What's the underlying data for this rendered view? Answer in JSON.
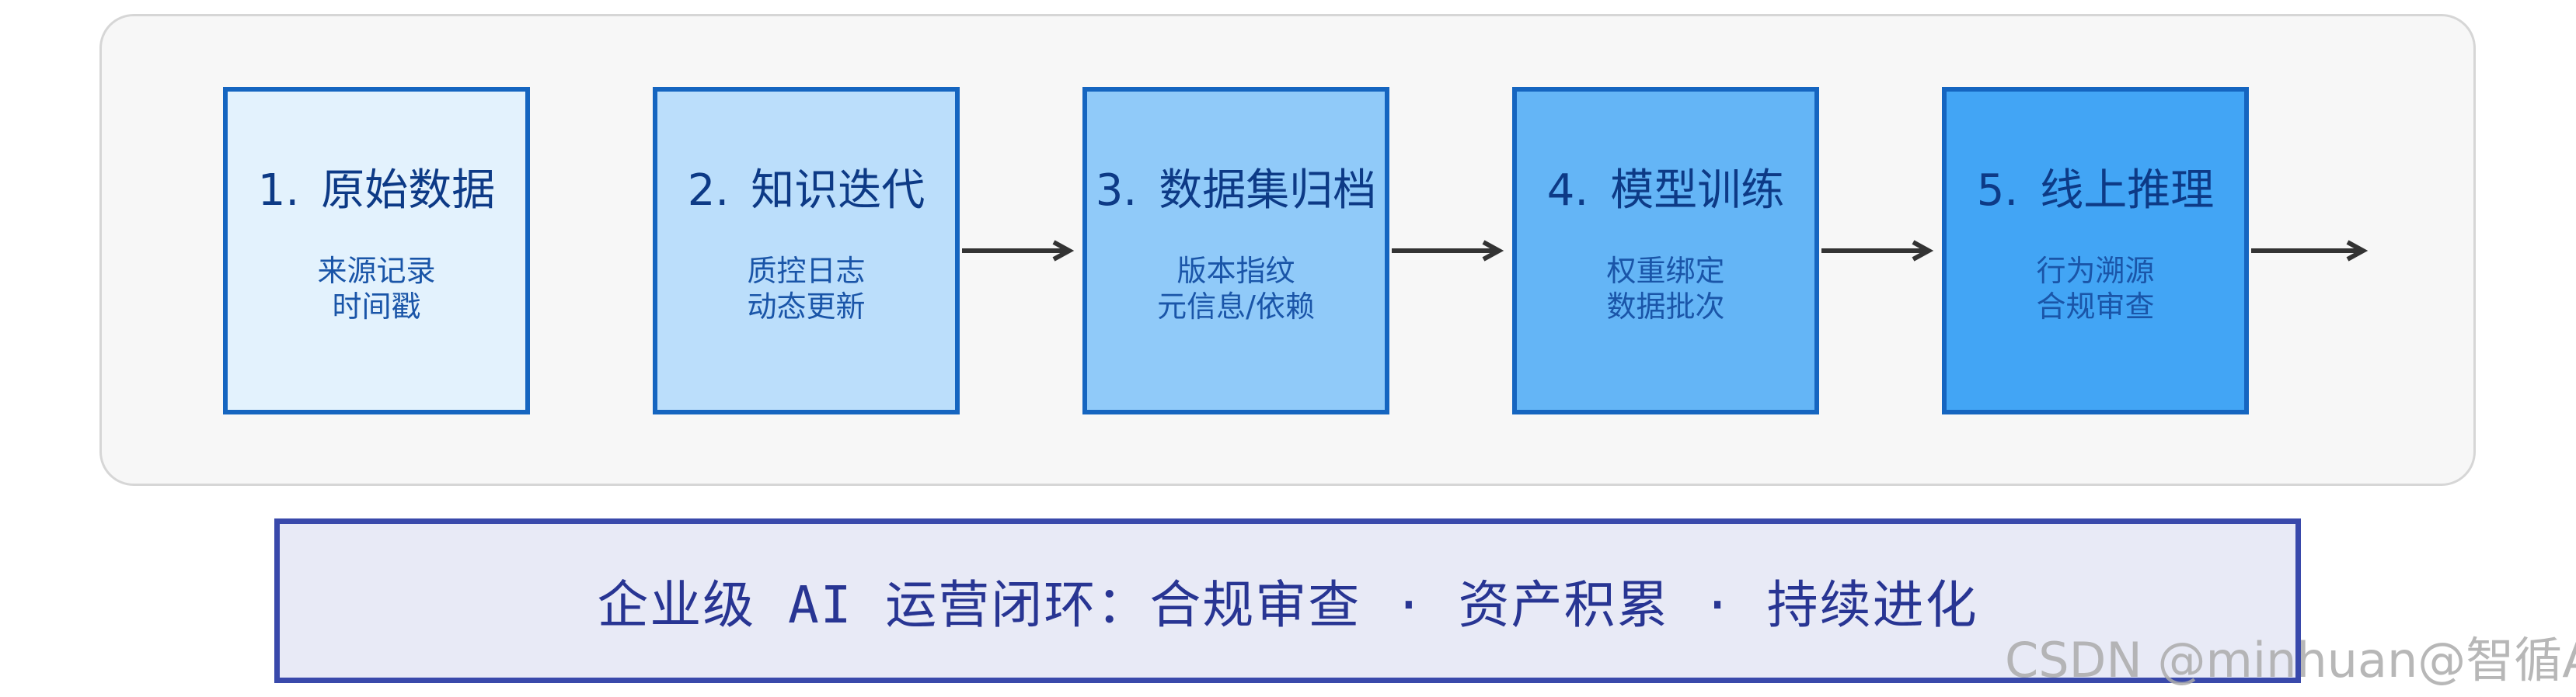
{
  "steps": [
    {
      "num": "1.",
      "title": "原始数据",
      "line1": "来源记录",
      "line2": "时间戳",
      "fill": "#e3f2fd"
    },
    {
      "num": "2.",
      "title": "知识迭代",
      "line1": "质控日志",
      "line2": "动态更新",
      "fill": "#bbdefb"
    },
    {
      "num": "3.",
      "title": "数据集归档",
      "line1": "版本指纹",
      "line2": "元信息/依赖",
      "fill": "#90caf9"
    },
    {
      "num": "4.",
      "title": "模型训练",
      "line1": "权重绑定",
      "line2": "数据批次",
      "fill": "#64b5f6"
    },
    {
      "num": "5.",
      "title": "线上推理",
      "line1": "行为溯源",
      "line2": "合规审查",
      "fill": "#42a5f5"
    }
  ],
  "banner": {
    "text": "企业级 AI 运营闭环：合规审查 · 资产积累 · 持续进化"
  },
  "watermark": "CSDN @minhuan@智循AI",
  "colors": {
    "border": "#1565c0",
    "banner_border": "#3949ab",
    "banner_fill": "#e8eaf6",
    "arrow": "#333333"
  }
}
